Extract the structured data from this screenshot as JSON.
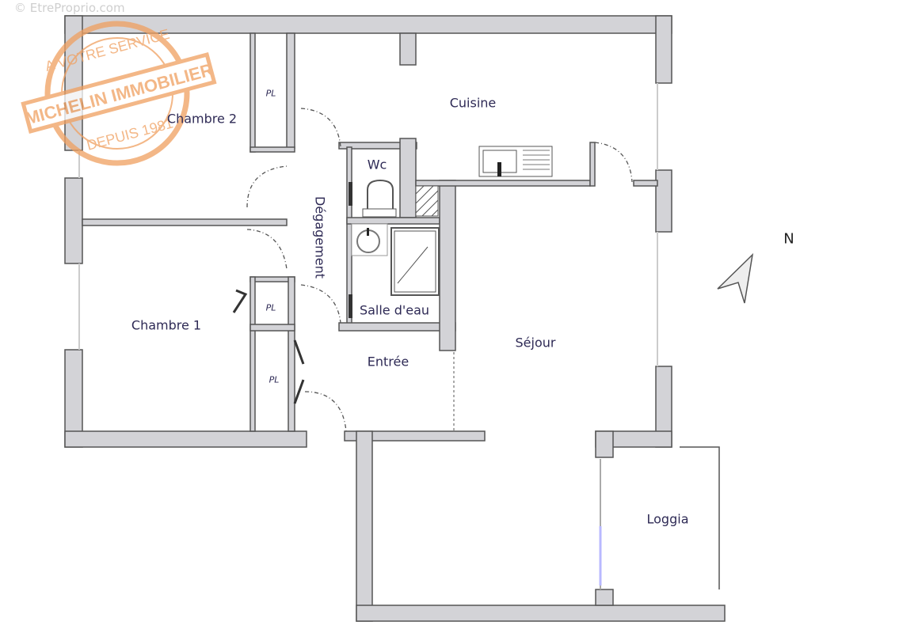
{
  "watermark": "© EtreProprio.com",
  "stamp": {
    "top": "A VOTRE SERVICE",
    "band": "MICHELIN IMMOBILIER",
    "bottom": "DEPUIS 1981",
    "color": "#f0a060"
  },
  "rooms": {
    "chambre2": "Chambre 2",
    "chambre1": "Chambre 1",
    "pl_top": "PL",
    "pl_mid": "PL",
    "pl_low": "PL",
    "cuisine": "Cuisine",
    "wc": "Wc",
    "degagement": "Dégagement",
    "salle_eau": "Salle d'eau",
    "entree": "Entrée",
    "sejour": "Séjour",
    "loggia": "Loggia"
  },
  "compass": {
    "label": "N"
  },
  "colors": {
    "wall": "#d3d3d7",
    "text": "#2e2a55",
    "window": "#b8b8ff"
  }
}
